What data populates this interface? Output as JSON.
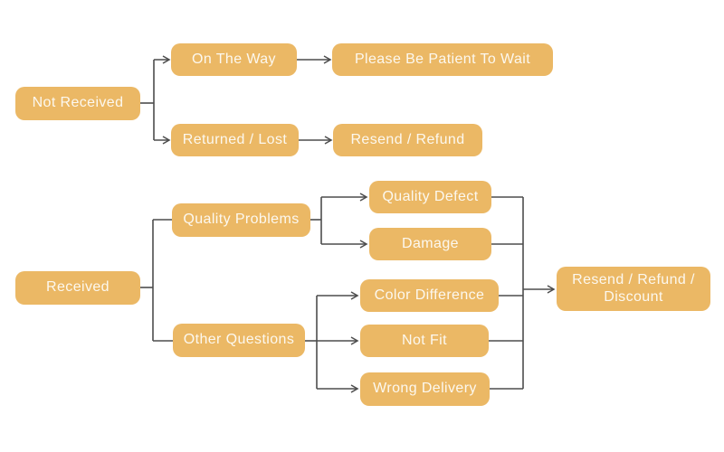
{
  "diagram": {
    "type": "flowchart",
    "nodes": [
      {
        "id": "not-received",
        "label": "Not Received"
      },
      {
        "id": "on-the-way",
        "label": "On The Way"
      },
      {
        "id": "please-be-patient-to-wait",
        "label": "Please Be Patient To Wait"
      },
      {
        "id": "returned-lost",
        "label": "Returned / Lost"
      },
      {
        "id": "resend-refund",
        "label": "Resend / Refund"
      },
      {
        "id": "received",
        "label": "Received"
      },
      {
        "id": "quality-problems",
        "label": "Quality Problems"
      },
      {
        "id": "quality-defect",
        "label": "Quality Defect"
      },
      {
        "id": "damage",
        "label": "Damage"
      },
      {
        "id": "other-questions",
        "label": "Other Questions"
      },
      {
        "id": "color-difference",
        "label": "Color Difference"
      },
      {
        "id": "not-fit",
        "label": "Not Fit"
      },
      {
        "id": "wrong-delivery",
        "label": "Wrong Delivery"
      },
      {
        "id": "resend-refund-discount",
        "label": "Resend / Refund / Discount"
      }
    ],
    "edges": [
      {
        "from": "not-received",
        "to": "on-the-way",
        "arrow": true
      },
      {
        "from": "not-received",
        "to": "returned-lost",
        "arrow": true
      },
      {
        "from": "on-the-way",
        "to": "please-be-patient-to-wait",
        "arrow": true
      },
      {
        "from": "returned-lost",
        "to": "resend-refund",
        "arrow": true
      },
      {
        "from": "received",
        "to": "quality-problems",
        "arrow": false
      },
      {
        "from": "received",
        "to": "other-questions",
        "arrow": false
      },
      {
        "from": "quality-problems",
        "to": "quality-defect",
        "arrow": true
      },
      {
        "from": "quality-problems",
        "to": "damage",
        "arrow": true
      },
      {
        "from": "other-questions",
        "to": "color-difference",
        "arrow": true
      },
      {
        "from": "other-questions",
        "to": "not-fit",
        "arrow": true
      },
      {
        "from": "other-questions",
        "to": "wrong-delivery",
        "arrow": true
      },
      {
        "from": "quality-defect",
        "to": "resend-refund-discount",
        "arrow": true
      },
      {
        "from": "damage",
        "to": "resend-refund-discount",
        "arrow": true
      },
      {
        "from": "color-difference",
        "to": "resend-refund-discount",
        "arrow": true
      },
      {
        "from": "not-fit",
        "to": "resend-refund-discount",
        "arrow": true
      },
      {
        "from": "wrong-delivery",
        "to": "resend-refund-discount",
        "arrow": true
      }
    ],
    "colors": {
      "node_fill": "#EBB865",
      "node_text": "#FCF8EF",
      "connector": "#4D4D4D",
      "background": "#FFFFFF"
    }
  }
}
